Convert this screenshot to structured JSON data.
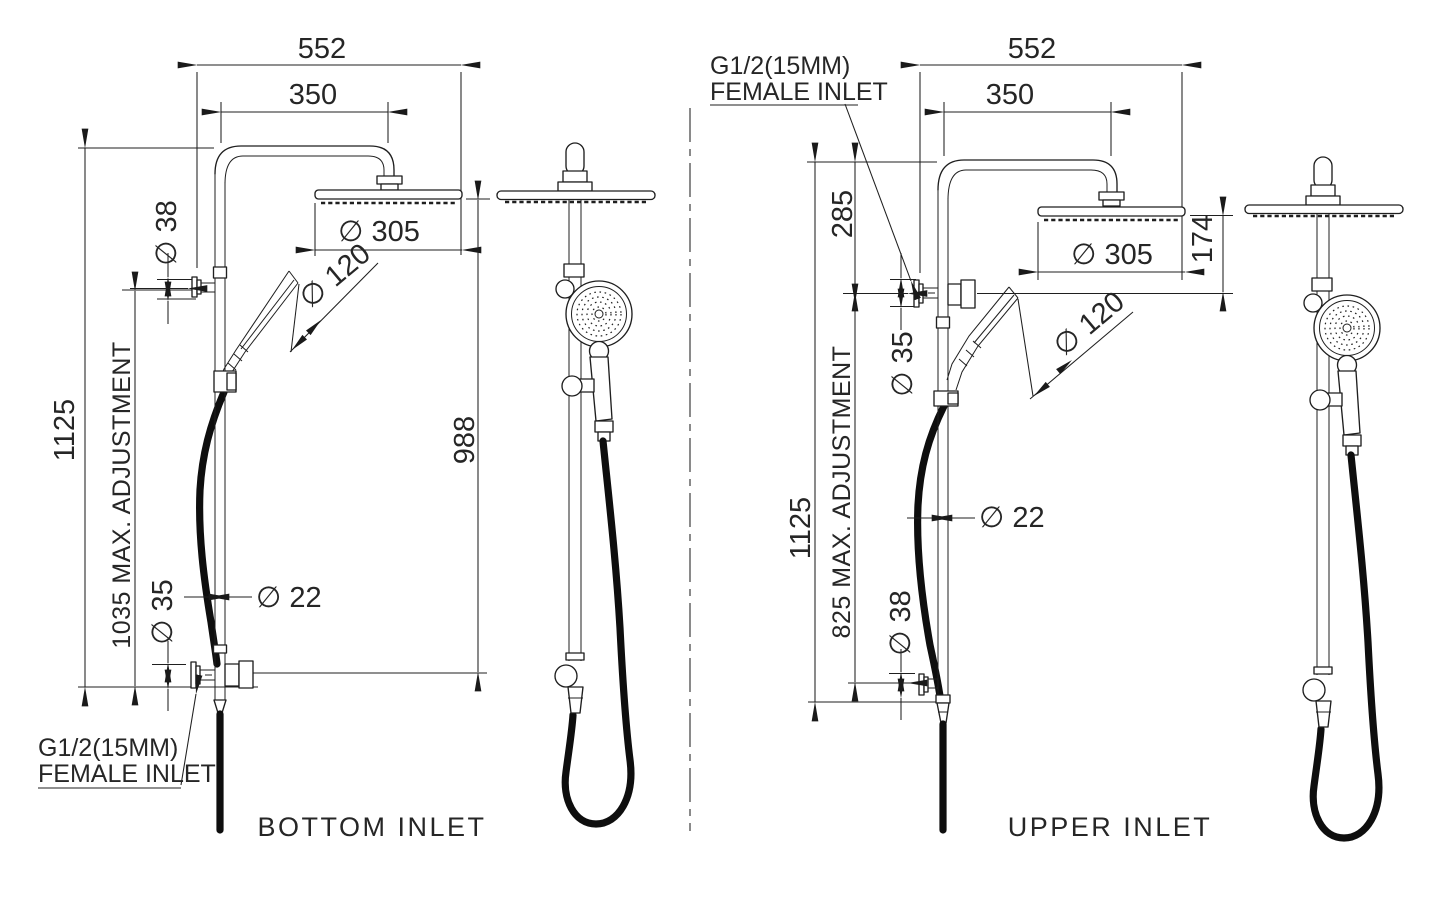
{
  "views": {
    "bottom": {
      "caption": "BOTTOM INLET",
      "inlet_label": {
        "line1": "G1/2(15MM)",
        "line2": "FEMALE INLET"
      },
      "dims": {
        "overall_width": "552",
        "arm_reach": "350",
        "head_diameter": "∅ 305",
        "upper_bracket_diameter": "∅ 38",
        "handset_diameter": "∅ 120",
        "overall_height": "1125",
        "max_adjustment": "1035 MAX. ADJUSTMENT",
        "lower_bracket_diameter": "∅ 35",
        "rail_diameter": "∅ 22",
        "head_to_inlet": "988"
      }
    },
    "upper": {
      "caption": "UPPER INLET",
      "inlet_label": {
        "line1": "G1/2(15MM)",
        "line2": "FEMALE INLET"
      },
      "dims": {
        "overall_width": "552",
        "arm_reach": "350",
        "inlet_to_top": "285",
        "head_below_top": "174",
        "head_diameter": "∅ 305",
        "upper_bracket_diameter": "∅ 35",
        "handset_diameter": "∅ 120",
        "overall_height": "1125",
        "max_adjustment": "825 MAX. ADJUSTMENT",
        "rail_diameter": "∅ 22",
        "lower_bracket_diameter": "∅ 38"
      }
    }
  }
}
